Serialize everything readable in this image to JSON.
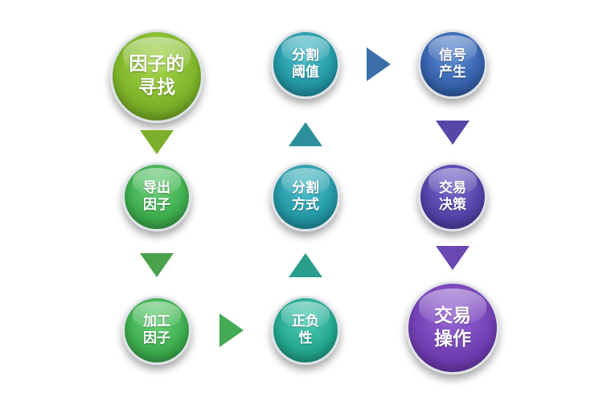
{
  "nodes": {
    "factor_search": {
      "line1": "因子的",
      "line2": "寻找"
    },
    "export_factor": {
      "line1": "导出",
      "line2": "因子"
    },
    "process_factor": {
      "line1": "加工",
      "line2": "因子"
    },
    "sign": {
      "line1": "正负",
      "line2": "性"
    },
    "split_method": {
      "line1": "分割",
      "line2": "方式"
    },
    "split_threshold": {
      "line1": "分割",
      "line2": "阈值"
    },
    "signal": {
      "line1": "信号",
      "line2": "产生"
    },
    "decision": {
      "line1": "交易",
      "line2": "决策"
    },
    "operation": {
      "line1": "交易",
      "line2": "操作"
    }
  },
  "colors": {
    "lime": "#7fb52b",
    "green": "#3fae4f",
    "teal": "#24a88f",
    "cyan": "#2598a6",
    "blue": "#3864ae",
    "indigo": "#5344a8",
    "purple": "#7340b4"
  }
}
